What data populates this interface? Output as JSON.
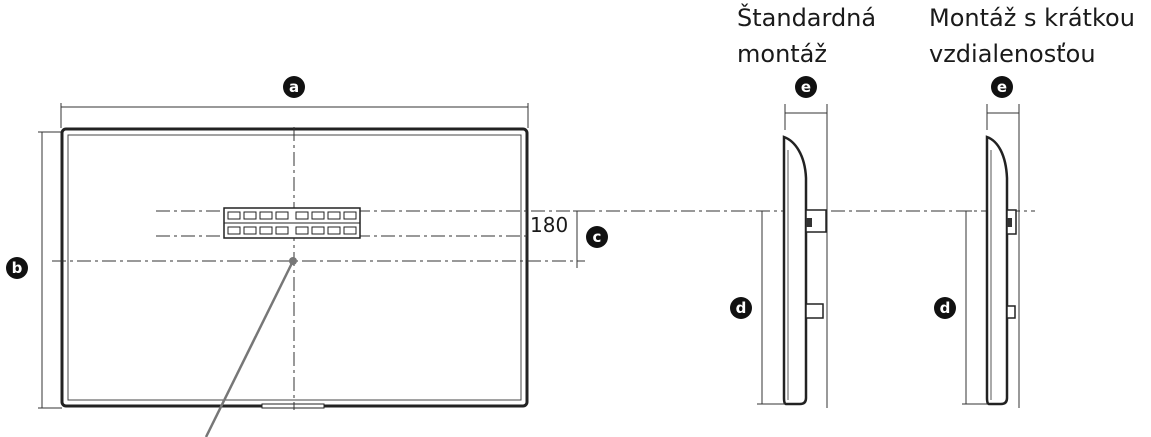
{
  "labels": {
    "standard_mount_line1": "Štandardná",
    "standard_mount_line2": "montáž",
    "short_mount_line1": "Montáž s krátkou",
    "short_mount_line2": "vzdialenosťou"
  },
  "dimension_value": "180",
  "badges": {
    "a": "a",
    "b": "b",
    "c": "c",
    "d_standard": "d",
    "d_short": "d",
    "e_standard": "e",
    "e_short": "e"
  }
}
